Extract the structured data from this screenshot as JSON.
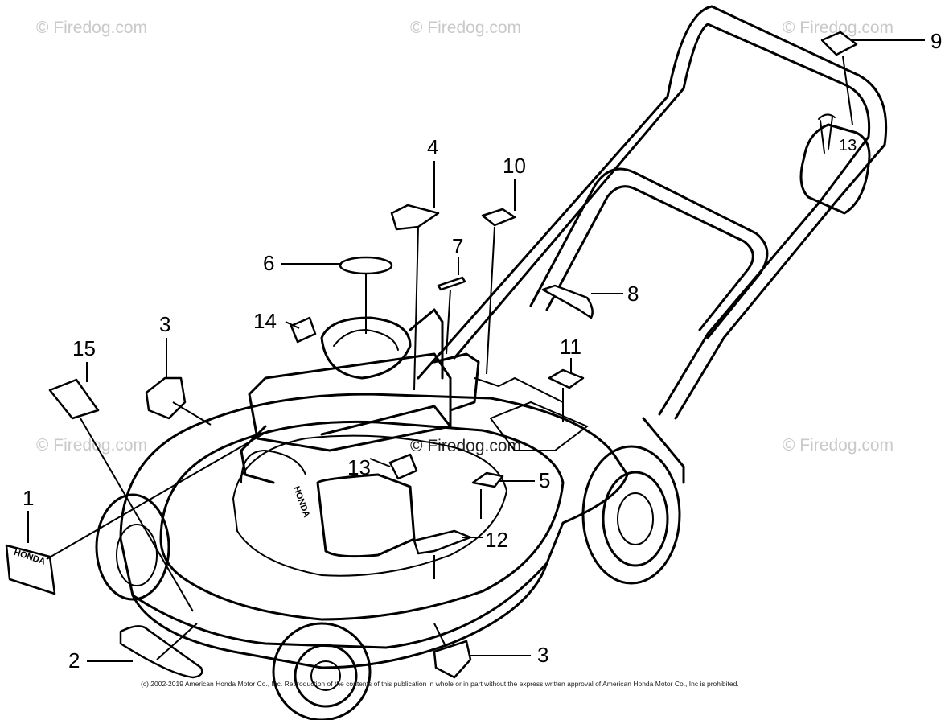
{
  "watermarks": {
    "top_left": "© Firedog.com",
    "top_center": "© Firedog.com",
    "top_right": "© Firedog.com",
    "mid_left": "© Firedog.com",
    "center": "© Firedog.com",
    "mid_right": "© Firedog.com"
  },
  "callouts": {
    "c1": "1",
    "c2": "2",
    "c3a": "3",
    "c3b": "3",
    "c4": "4",
    "c5": "5",
    "c6": "6",
    "c7": "7",
    "c8": "8",
    "c9": "9",
    "c10": "10",
    "c11": "11",
    "c12": "12",
    "c13a": "13",
    "c13b": "13",
    "c14": "14",
    "c15": "15"
  },
  "badge_text": "HONDA",
  "engine_text": "HONDA",
  "copyright": "(c) 2002-2019 American Honda Motor Co., Inc. Reproduction of the contents of this publication in whole or in part without the express written approval of American Honda Motor Co., Inc is prohibited."
}
